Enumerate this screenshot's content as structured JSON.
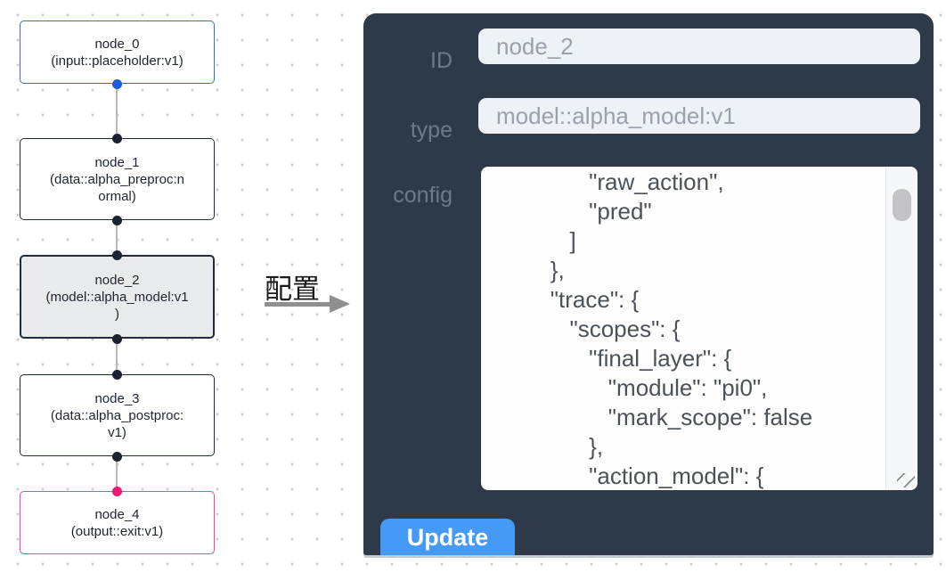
{
  "colors": {
    "grid_dot": "#cdcdcd",
    "node_bg": "#ffffff",
    "node_text": "#1d2431",
    "node_border_dark": "#222b3a",
    "node_selected_bg": "#e9eaec",
    "accent_blue_border": "#3a6bc9",
    "accent_blue_dot": "#1d5cd6",
    "accent_pink_border": "#ef4796",
    "accent_pink_dot": "#ec1777",
    "port_dark": "#1b2232",
    "connector": "#b9b9b9",
    "arrow": "#8f8f8f",
    "transition_text": "#1a1a1a",
    "panel_bg": "#2e3a4a",
    "panel_label": "#717987",
    "field_bg": "#eef1f6",
    "field_text": "#9aa1ac",
    "code_bg": "#fdfdfe",
    "code_text": "#4c525a",
    "scroll_thumb": "#c3c3c5",
    "button_bg": "#459af5",
    "button_text": "#ffffff"
  },
  "flow": {
    "nodes": [
      {
        "title": "node_0",
        "subtitle": "(input::placeholder:v1)",
        "kind": "input"
      },
      {
        "title": "node_1",
        "subtitle": "(data::alpha_preproc:n\normal)",
        "kind": "data"
      },
      {
        "title": "node_2",
        "subtitle": "(model::alpha_model:v1\n)",
        "kind": "model",
        "selected": true
      },
      {
        "title": "node_3",
        "subtitle": "(data::alpha_postproc:\nv1)",
        "kind": "data"
      },
      {
        "title": "node_4",
        "subtitle": "(output::exit:v1)",
        "kind": "output"
      }
    ]
  },
  "transition": {
    "label": "配置"
  },
  "panel": {
    "fields": [
      {
        "label": "ID",
        "value": "node_2"
      },
      {
        "label": "type",
        "value": "model::alpha_model:v1"
      }
    ],
    "config_label": "config",
    "config_lines": [
      "              \"raw_action\",",
      "              \"pred\"",
      "           ]",
      "        },",
      "        \"trace\": {",
      "           \"scopes\": {",
      "              \"final_layer\": {",
      "                 \"module\": \"pi0\",",
      "                 \"mark_scope\": false",
      "              },",
      "              \"action_model\": {"
    ],
    "update_label": "Update"
  }
}
